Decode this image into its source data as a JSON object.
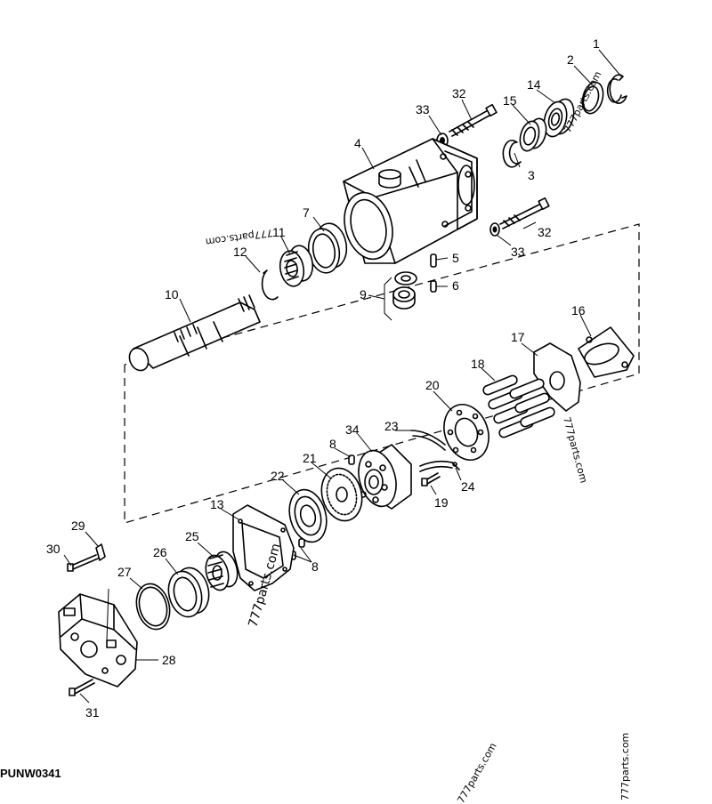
{
  "figure_code": "PUNW0341",
  "watermark_text": "777parts.com",
  "callouts": [
    "1",
    "2",
    "3",
    "4",
    "5",
    "6",
    "7",
    "8",
    "8",
    "9",
    "10",
    "11",
    "12",
    "13",
    "14",
    "15",
    "16",
    "17",
    "18",
    "19",
    "20",
    "21",
    "22",
    "23",
    "24",
    "25",
    "26",
    "27",
    "28",
    "29",
    "30",
    "31",
    "32",
    "32",
    "33",
    "33",
    "34"
  ]
}
